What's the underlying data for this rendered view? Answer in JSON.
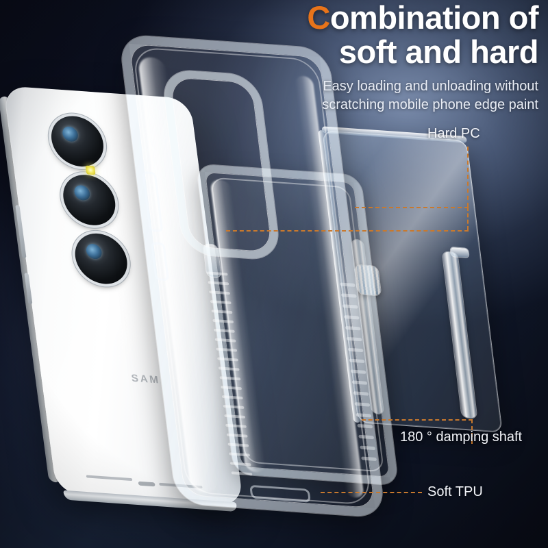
{
  "headline": {
    "accent_letter": "C",
    "line1_rest": "ombination of",
    "line2": "soft and hard",
    "accent_color": "#e8741a",
    "text_color": "#ffffff"
  },
  "subtitle": {
    "line1": "Easy loading and unloading without",
    "line2": "scratching mobile phone edge paint"
  },
  "callouts": [
    {
      "id": "hard-pc",
      "label": "Hard PC"
    },
    {
      "id": "damping-shaft",
      "label": "180 °  damping shaft"
    },
    {
      "id": "soft-tpu",
      "label": "Soft TPU"
    }
  ],
  "leader_line": {
    "color": "#c8792e",
    "style": "dashed"
  },
  "background": {
    "base_color": "#0a0d1a",
    "glow_color": "#4a5872"
  },
  "phone": {
    "brand_text": "SAM",
    "body_color": "#ffffff",
    "camera_count": 3,
    "flash_color": "#f2e85c"
  },
  "materials": {
    "case_color": "transparent",
    "highlight_color": "#ffffff"
  }
}
